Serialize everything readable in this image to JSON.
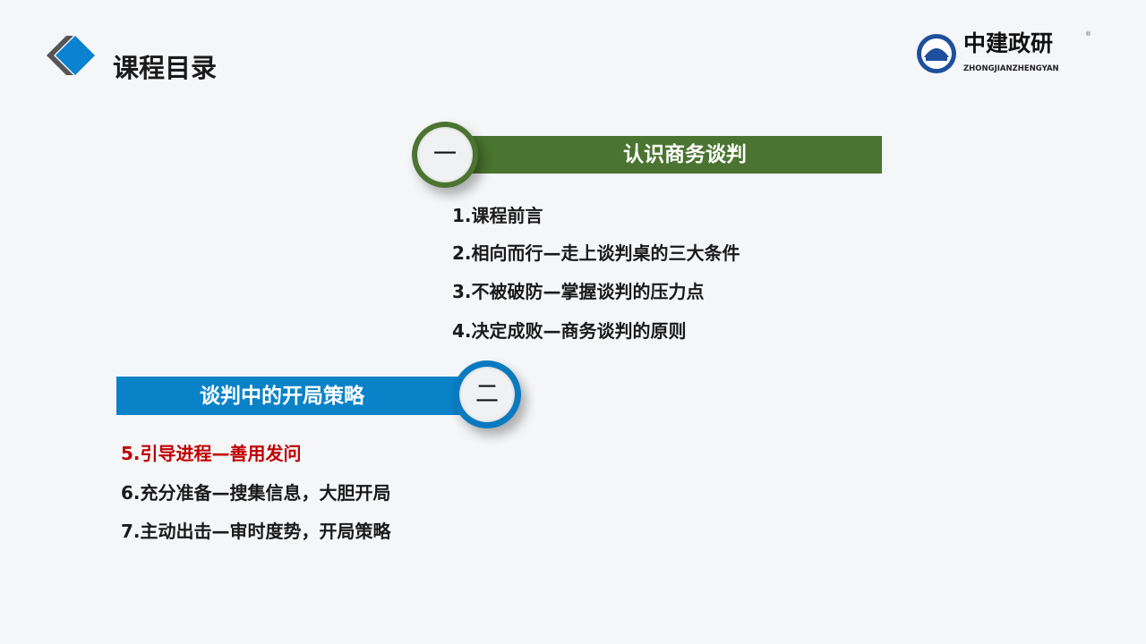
{
  "header": {
    "title": "课程目录"
  },
  "logo": {
    "name": "中建政研",
    "subtitle": "ZHONGJIANZHENGYAN",
    "mark": "®"
  },
  "sections": [
    {
      "number": "一",
      "title": "认识商务谈判",
      "color": "#4a7430",
      "items": [
        "1.课程前言",
        "2.相向而行—走上谈判桌的三大条件",
        "3.不被破防—掌握谈判的压力点",
        "4.决定成败—商务谈判的原则"
      ]
    },
    {
      "number": "二",
      "title": "谈判中的开局策略",
      "color": "#0a82c8",
      "items": [
        "5.引导进程—善用发问",
        "6.充分准备—搜集信息，大胆开局",
        "7.主动出击—审时度势，开局策略"
      ],
      "highlight_color": "#c00000"
    }
  ]
}
